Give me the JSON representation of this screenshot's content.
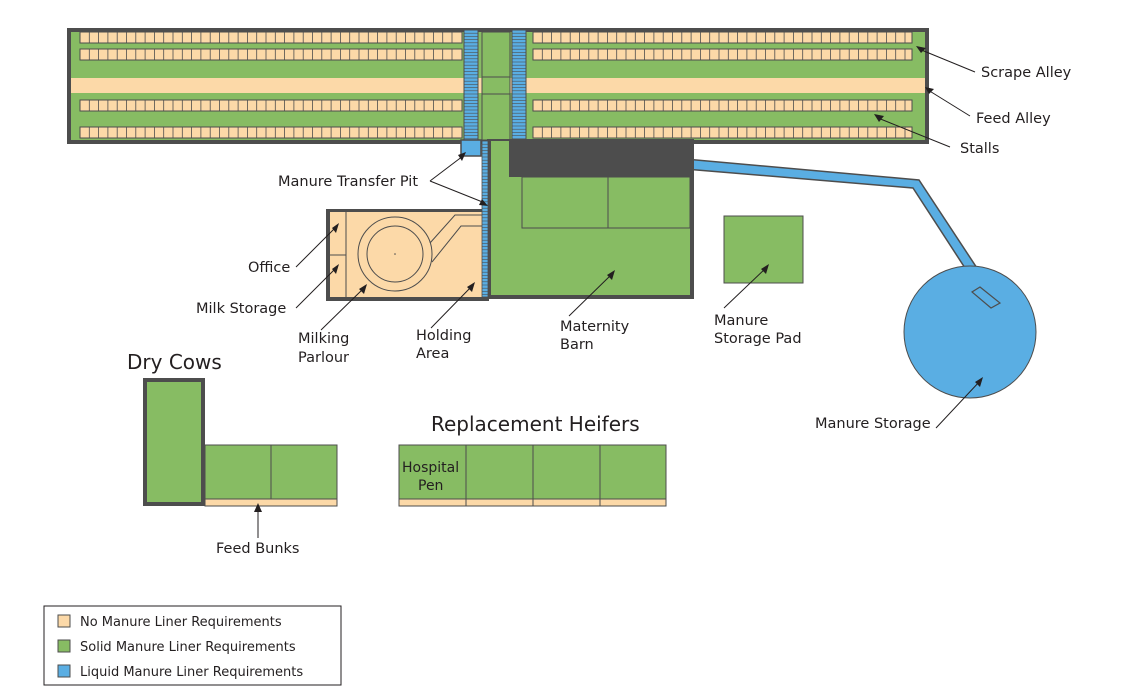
{
  "colors": {
    "no_liner": "#fcd9a8",
    "solid_liner": "#87bc63",
    "liquid_liner": "#5aaee3",
    "outline": "#4d4d4d",
    "text": "#231f20"
  },
  "labels": {
    "scrape_alley": "Scrape Alley",
    "feed_alley": "Feed Alley",
    "stalls": "Stalls",
    "manure_transfer_pit": "Manure Transfer Pit",
    "office": "Office",
    "milk_storage": "Milk Storage",
    "milking_parlour": [
      "Milking",
      "Parlour"
    ],
    "holding_area": [
      "Holding",
      "Area"
    ],
    "maternity_barn": [
      "Maternity",
      "Barn"
    ],
    "manure_storage_pad": [
      "Manure",
      "Storage Pad"
    ],
    "manure_storage": "Manure Storage",
    "dry_cows": "Dry Cows",
    "replacement_heifers": "Replacement Heifers",
    "hospital_pen": [
      "Hospital",
      "Pen"
    ],
    "feed_bunks": "Feed Bunks"
  },
  "legend": [
    {
      "label": "No Manure Liner Requirements",
      "color": "#fcd9a8"
    },
    {
      "label": "Solid Manure Liner Requirements",
      "color": "#87bc63"
    },
    {
      "label": "Liquid Manure Liner Requirements",
      "color": "#5aaee3"
    }
  ]
}
